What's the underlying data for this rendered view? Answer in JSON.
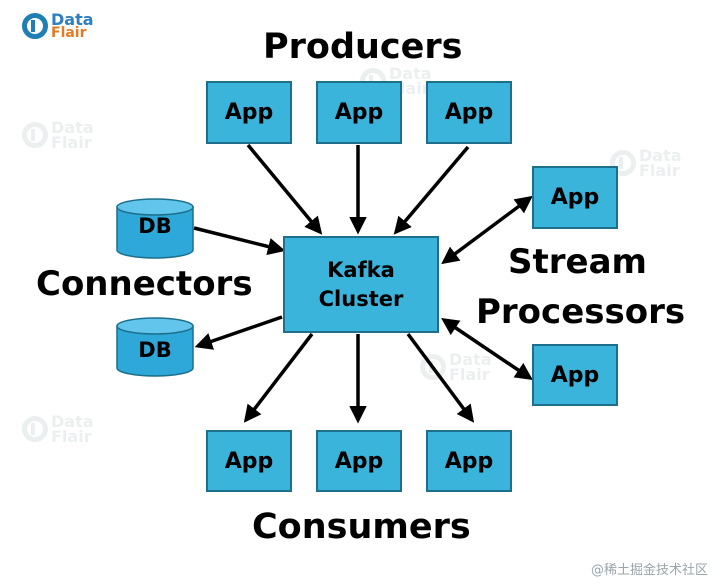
{
  "logo": {
    "line1": "Data",
    "line2": "Flair"
  },
  "watermark": {
    "line1": "Data",
    "line2": "Flair"
  },
  "headings": {
    "producers": "Producers",
    "consumers": "Consumers",
    "connectors": "Connectors",
    "stream_line1": "Stream",
    "stream_line2": "Processors"
  },
  "cluster": {
    "line1": "Kafka",
    "line2": "Cluster"
  },
  "producer_apps": [
    "App",
    "App",
    "App"
  ],
  "consumer_apps": [
    "App",
    "App",
    "App"
  ],
  "stream_apps": [
    "App",
    "App"
  ],
  "databases": [
    "DB",
    "DB"
  ],
  "credit": "@稀土掘金技术社区",
  "colors": {
    "box_fill": "#3bb4dc",
    "box_border": "#1d6f8c",
    "db_fill": "#2ea8d8",
    "arrow": "#000000"
  }
}
